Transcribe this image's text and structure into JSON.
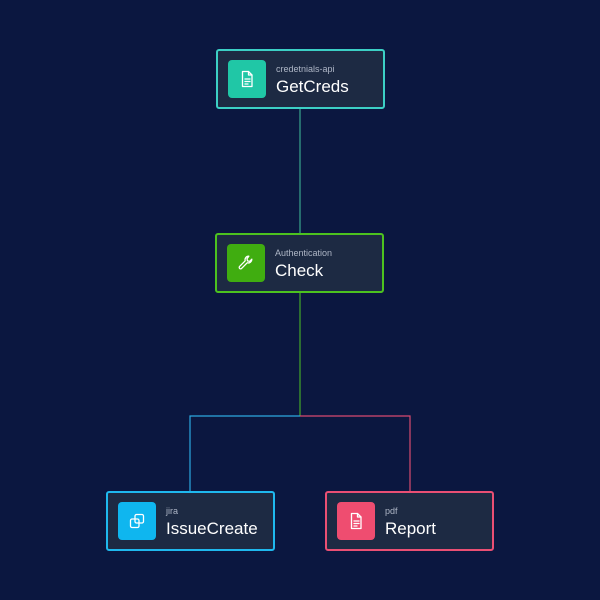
{
  "colors": {
    "background": "#0b1740",
    "node_fill": "#1d2a43",
    "getcreds_accent": "#20c7a6",
    "check_accent": "#40ad10",
    "issuecreate_accent": "#0fb6ef",
    "report_accent": "#ef4d70"
  },
  "nodes": {
    "getcreds": {
      "subtitle": "credetnials-api",
      "title": "GetCreds",
      "icon": "document-icon"
    },
    "check": {
      "subtitle": "Authentication",
      "title": "Check",
      "icon": "wrench-icon"
    },
    "issuecreate": {
      "subtitle": "jira",
      "title": "IssueCreate",
      "icon": "copy-icon"
    },
    "report": {
      "subtitle": "pdf",
      "title": "Report",
      "icon": "document-icon"
    }
  }
}
